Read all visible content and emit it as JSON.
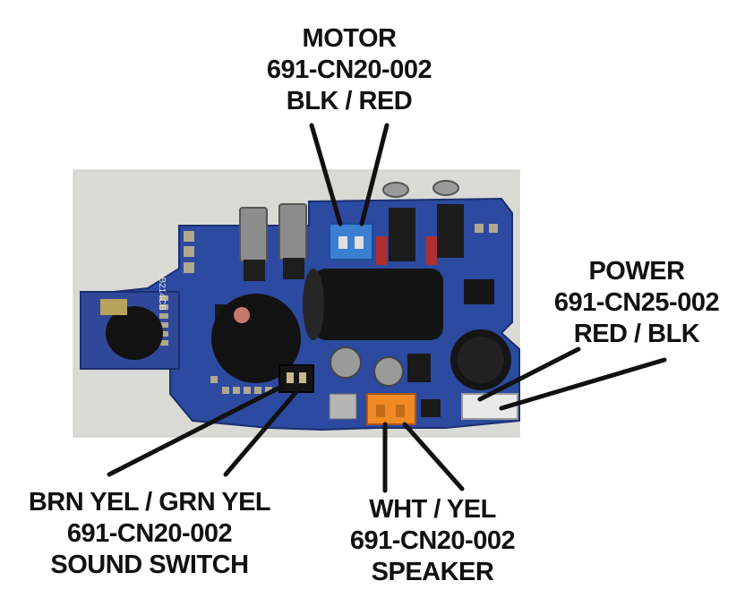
{
  "callouts": {
    "motor": {
      "line1": "MOTOR",
      "line2": "691-CN20-002",
      "line3": "BLK / RED"
    },
    "power": {
      "line1": "POWER",
      "line2": "691-CN25-002",
      "line3": "RED / BLK"
    },
    "sound_switch": {
      "line1": "BRN YEL / GRN YEL",
      "line2": "691-CN20-002",
      "line3": "SOUND SWITCH"
    },
    "speaker": {
      "line1": "WHT / YEL",
      "line2": "691-CN20-002",
      "line3": "SPEAKER"
    }
  },
  "board_silkscreen": {
    "left_label": "1B214CB"
  },
  "colors": {
    "board_blue": "#2b4aa0",
    "connector_blue": "#3a7fd0",
    "connector_orange": "#f08a24",
    "connector_white": "#e8e8e8",
    "leader_line": "#111111",
    "background_grey": "#dcdcd8"
  }
}
